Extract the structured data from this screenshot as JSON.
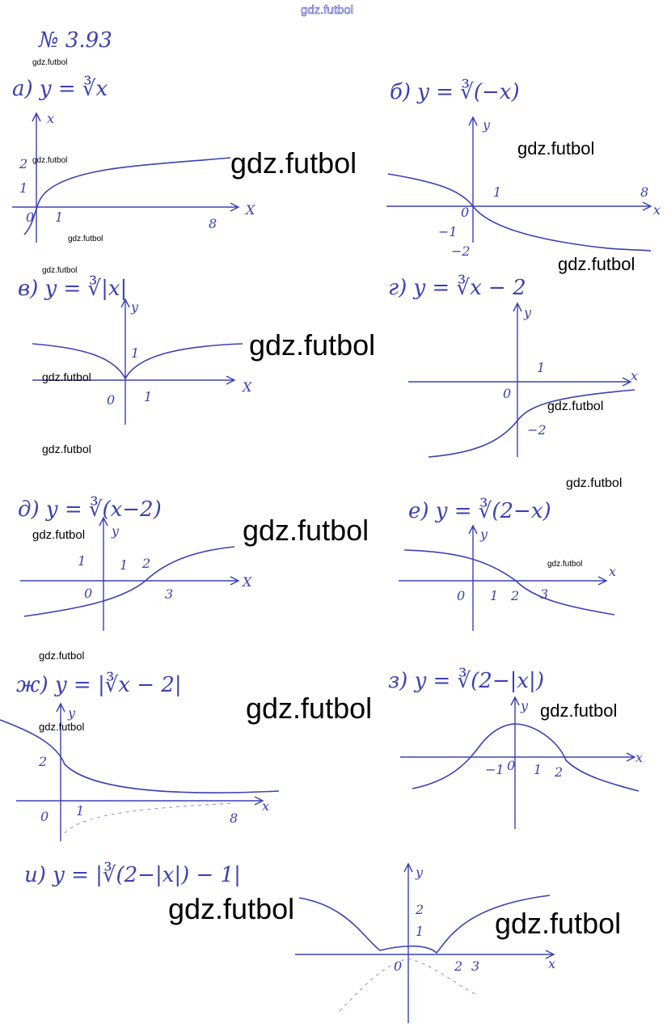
{
  "watermark": "gdz.futbol",
  "problem_number": "№ 3.93",
  "graphs": {
    "a": {
      "title": "а) y = ∛x",
      "ticks": [
        "x",
        "2",
        "1",
        "0",
        "1",
        "8",
        "X"
      ]
    },
    "b": {
      "title": "б) y = ∛(−x)",
      "ticks": [
        "y",
        "1",
        "8",
        "x",
        "0",
        "−1",
        "−2"
      ]
    },
    "v": {
      "title": "в) y = ∛|x|",
      "ticks": [
        "y",
        "1",
        "0",
        "1",
        "X"
      ]
    },
    "g": {
      "title": "г) y = ∛x − 2",
      "ticks": [
        "y",
        "1",
        "0",
        "x",
        "−2"
      ]
    },
    "d": {
      "title": "д) y = ∛(x−2)",
      "ticks": [
        "y",
        "1",
        "1",
        "2",
        "0",
        "3",
        "X"
      ]
    },
    "e": {
      "title": "е) y = ∛(2−x)",
      "ticks": [
        "y",
        "0",
        "1",
        "2",
        "3",
        "x"
      ]
    },
    "zh": {
      "title": "ж) y = |∛x − 2|",
      "ticks": [
        "y",
        "2",
        "0",
        "1",
        "8",
        "x"
      ]
    },
    "z": {
      "title": "з) y = ∛(2−|x|)",
      "ticks": [
        "y",
        "−1",
        "0",
        "1",
        "2",
        "x"
      ]
    },
    "i": {
      "title": "и) y = |∛(2−|x|) − 1|",
      "ticks": [
        "y",
        "2",
        "1",
        "0",
        "2",
        "3",
        "x"
      ]
    }
  }
}
